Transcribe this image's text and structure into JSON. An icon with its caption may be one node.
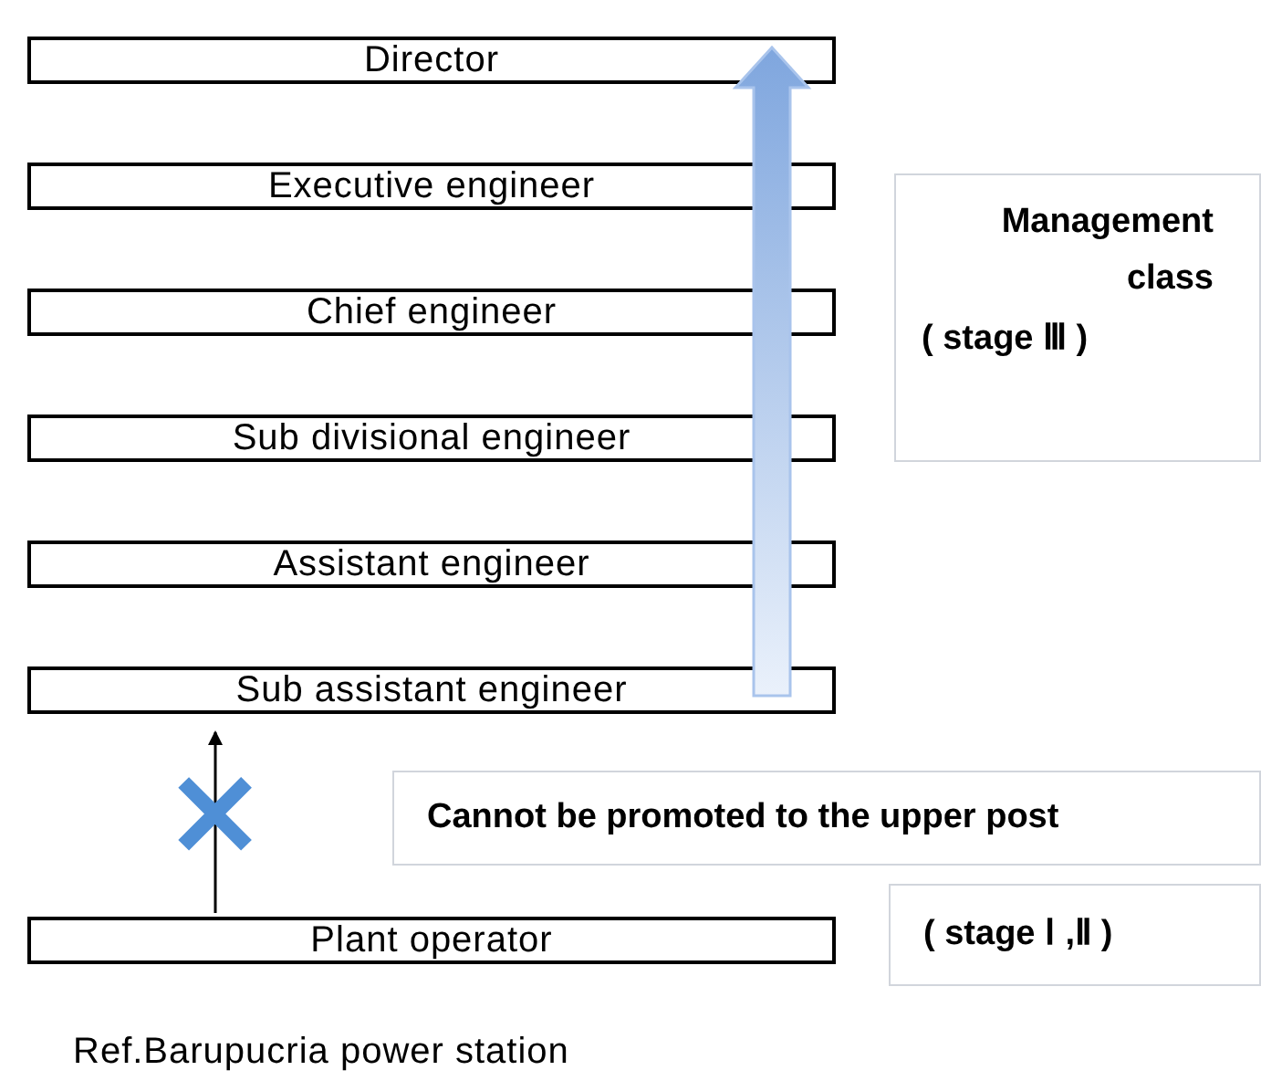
{
  "diagram": {
    "caption": "Ref.Barupucria power station",
    "nodes": [
      {
        "text": [
          "Director"
        ]
      },
      {
        "text": [
          "Executive engineer"
        ]
      },
      {
        "text": [
          "Chief engineer"
        ]
      },
      {
        "text": [
          "Sub divisional engineer"
        ]
      },
      {
        "text": [
          "Assistant engineer"
        ]
      },
      {
        "text": [
          "Sub assistant engineer"
        ]
      },
      {
        "text": [
          "Plant operator"
        ]
      },
      {
        "text": [
          "Management class",
          "( stage Ⅲ )"
        ]
      },
      {
        "text": [
          "Cannot be promoted to the upper post"
        ]
      },
      {
        "text": [
          "( stage Ⅰ ,Ⅱ )"
        ]
      }
    ],
    "edges": [
      {
        "from": 5,
        "to": 0,
        "arrow": "to",
        "style": "thick",
        "color": "#a9c4ec"
      },
      {
        "from": 6,
        "to": 5,
        "arrow": "to",
        "label": "✕"
      }
    ]
  }
}
